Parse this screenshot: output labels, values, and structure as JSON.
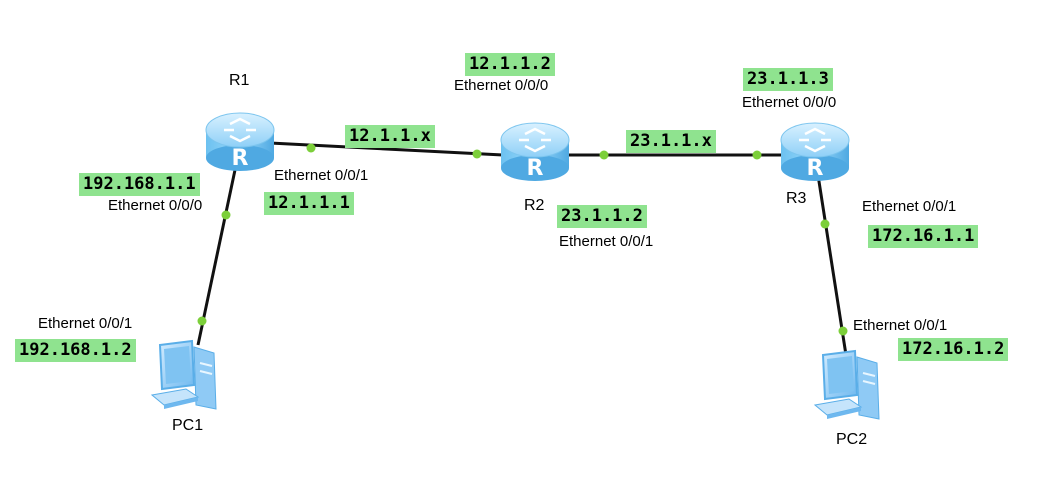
{
  "devices": {
    "r1": {
      "name": "R1"
    },
    "r2": {
      "name": "R2"
    },
    "r3": {
      "name": "R3"
    },
    "pc1": {
      "name": "PC1"
    },
    "pc2": {
      "name": "PC2"
    }
  },
  "links": {
    "r1_r2": {
      "network": "12.1.1.x"
    },
    "r2_r3": {
      "network": "23.1.1.x"
    }
  },
  "interfaces": {
    "r1_e0": {
      "port": "Ethernet 0/0/0",
      "ip": "192.168.1.1"
    },
    "r1_e1": {
      "port": "Ethernet 0/0/1",
      "ip": "12.1.1.1"
    },
    "r2_e0": {
      "port": "Ethernet 0/0/0",
      "ip": "12.1.1.2"
    },
    "r2_e1": {
      "port": "Ethernet 0/0/1",
      "ip": "23.1.1.2"
    },
    "r3_e0": {
      "port": "Ethernet 0/0/0",
      "ip": "23.1.1.3"
    },
    "r3_e1": {
      "port": "Ethernet 0/0/1",
      "ip": "172.16.1.1"
    },
    "pc1_e1": {
      "port": "Ethernet 0/0/1",
      "ip": "192.168.1.2"
    },
    "pc2_e1": {
      "port": "Ethernet 0/0/1",
      "ip": "172.16.1.2"
    }
  },
  "colors": {
    "label_bg": "#8fe38f",
    "link": "#111111",
    "port_dot": "#7ccf3a",
    "device": "#5aaee8"
  },
  "icons": {
    "router": "router-icon",
    "pc": "pc-icon"
  }
}
